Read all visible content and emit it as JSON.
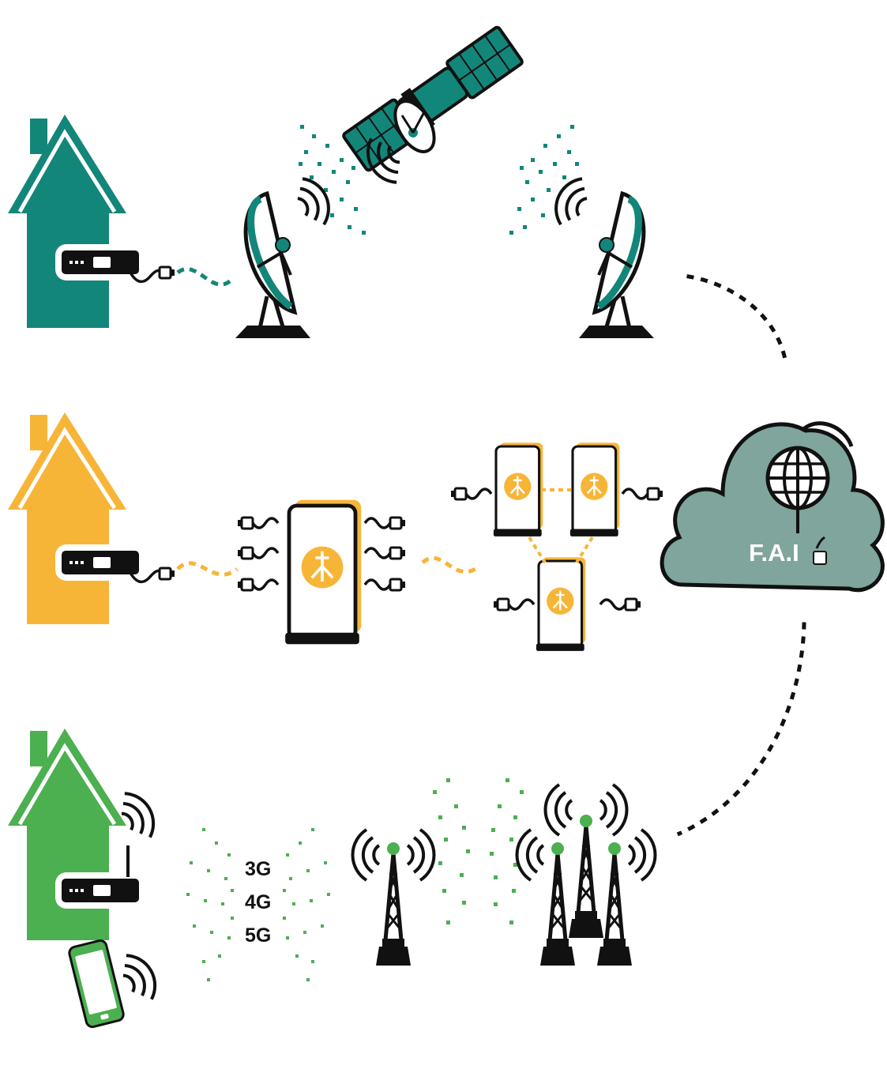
{
  "colors": {
    "teal": "#13867a",
    "orange": "#f7b538",
    "green": "#4caf50",
    "cloud": "#7fa59c",
    "ink": "#111111"
  },
  "icons": [
    "house-icon",
    "router-icon",
    "ethernet-cable-icon",
    "satellite-dish-icon",
    "satellite-icon",
    "network-switch-icon",
    "cloud-icon",
    "globe-icon",
    "antenna-tower-icon",
    "smartphone-icon",
    "wifi-signal-icon"
  ],
  "cellular": {
    "gen3": "3G",
    "gen4": "4G",
    "gen5": "5G"
  },
  "cloud": {
    "label": "F.A.I"
  }
}
